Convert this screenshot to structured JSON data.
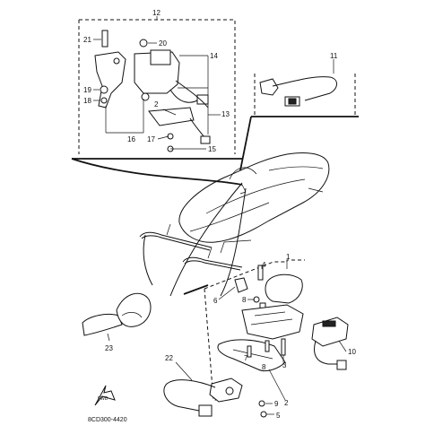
{
  "labels": {
    "l1": "1",
    "l2": "2",
    "l3": "3",
    "l4": "4",
    "l5": "5",
    "l6": "6",
    "l7": "7",
    "l8a": "8",
    "l8b": "8",
    "l9": "9",
    "l10": "10",
    "l11": "11",
    "l12": "12",
    "l13": "13",
    "l14": "14",
    "l15": "15",
    "l16": "16",
    "l17": "17",
    "l18": "18",
    "l19": "19",
    "l20": "20",
    "l21": "21",
    "l22": "22",
    "l23": "23",
    "l2b": "2"
  },
  "diagram_code": "8CD300-4420",
  "arrow_text": "FWD"
}
